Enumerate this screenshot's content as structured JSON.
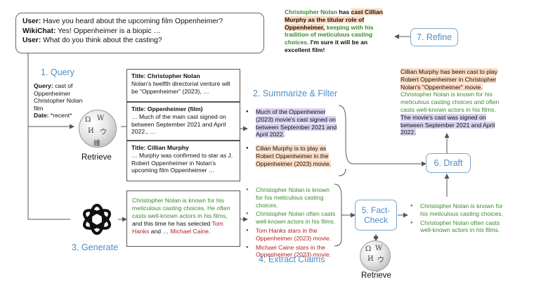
{
  "dialogue": [
    {
      "speaker": "User:",
      "text": " Have you heard about the upcoming film Oppenheimer?"
    },
    {
      "speaker": "WikiChat:",
      "text": " Yes! Oppenheimer is a biopic …"
    },
    {
      "speaker": "User:",
      "text": " What do you think about the casting?"
    }
  ],
  "steps": {
    "query": "1. Query",
    "summarize": "2. Summarize & Filter",
    "generate": "3. Generate",
    "extract": "4. Extract Claims",
    "factcheck": "5. Fact-Check",
    "draft": "6. Draft",
    "refine": "7. Refine"
  },
  "query": {
    "query_label": "Query:",
    "query_text": " cast of Oppenheimer Christopher Nolan film",
    "date_label": "Date:",
    "date_text": " *recent*"
  },
  "retrieve_label": "Retrieve",
  "retrieve_label_2": "Retrieve",
  "docs": [
    {
      "title": "Title: Christopher Nolan",
      "body": "Nolan's twelfth directorial venture will be \"Oppenheimer\" (2023), …"
    },
    {
      "title": "Title: Oppenheimer (film)",
      "body": "… Much of the main cast signed on between September 2021 and April 2022., …"
    },
    {
      "title": "Title: Cillian Murphy",
      "body": "… Murphy was confirmed to star as J. Robert Oppenheimer in Nolan's upcoming film Oppenheimer …"
    }
  ],
  "summaries": [
    "Much of the Oppenheimer (2023) movie's cast signed on between September 2021 and April 2022.",
    "Cilian Murphy is to play as Robert Oppenheimer in the Oppenheimer (2023) movie."
  ],
  "generated": {
    "green": "Christopher Nolan is known for his meticulous casting choices. He often casts well-known actors in his films,",
    "plain1": " and this time he has selected ",
    "red1": "Tom Hanks",
    "plain2": " and … ",
    "red2": "Michael Caine",
    "plain3": "."
  },
  "claims": [
    {
      "text": "Christopher Nolan is known for his meticulous casting choices.",
      "color": "#3b8a2e"
    },
    {
      "text": "Christopher Nolan often casts well-known actors in his films.",
      "color": "#3b8a2e"
    },
    {
      "text": "Tom Hanks stars in the Oppenheimer (2023) movie.",
      "color": "#b22222"
    },
    {
      "text": "Michael Caine stars in the Oppenheimer (2023) movie.",
      "color": "#b22222"
    }
  ],
  "verified": [
    "Christopher Nolan is known for his meticulous casting choices.",
    "Christopher Nolan often casts well-known actors in his films."
  ],
  "draft_context": {
    "orange": "Cillian Murphy has been cast to play Robert Oppenheimer in Christopher Nolan's \"Oppenheimer\" movie.",
    "green": "Christopher Nolan is known for his meticulous casting choices and often casts well-known actors in his films.",
    "purple": "The movie's cast was signed on between September 2021 and April 2022."
  },
  "final": {
    "green1": "Christopher Nolan",
    "plain1": " has ",
    "orange": "cast Cillian Murphy as the titular role of Oppenheimer,",
    "green2": " keeping with his tradition of meticulous casting choices.",
    "plain2": " I'm sure it will be an excellent film!"
  },
  "colors": {
    "step_blue": "#4a8ec8",
    "green": "#3b8a2e",
    "red": "#b22222",
    "highlight_orange": "#fbdcc4",
    "highlight_purple": "#d9d3ef"
  }
}
